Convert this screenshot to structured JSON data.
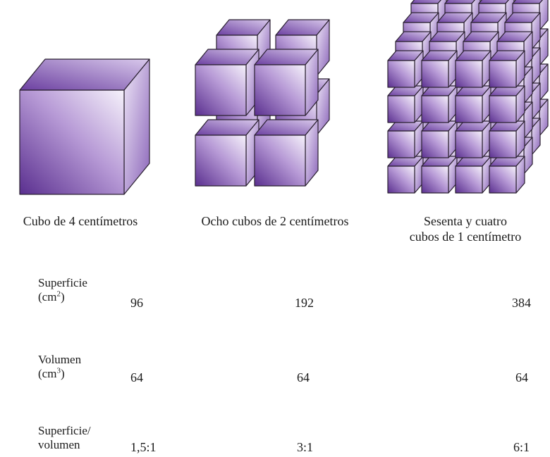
{
  "figures": [
    {
      "caption": "Cubo de 4 centímetros"
    },
    {
      "caption": "Ocho cubos de 2 centímetros"
    },
    {
      "caption_line1": "Sesenta y cuatro",
      "caption_line2": "cubos de 1 centímetro"
    }
  ],
  "rows": [
    {
      "label_line1": "Superficie",
      "label_unit": "(cm",
      "label_exp": "2",
      "label_close": ")",
      "values": [
        "96",
        "192",
        "384"
      ]
    },
    {
      "label_line1": "Volumen",
      "label_unit": "(cm",
      "label_exp": "3",
      "label_close": ")",
      "values": [
        "64",
        "64",
        "64"
      ]
    },
    {
      "label_line1": "Superficie/",
      "label_line2": "volumen",
      "values": [
        "1,5:1",
        "3:1",
        "6:1"
      ]
    }
  ],
  "colors": {
    "face_light": "#f3eefa",
    "face_mid": "#b79ad6",
    "face_dark": "#5a2f8f",
    "edge": "#2a2030"
  }
}
